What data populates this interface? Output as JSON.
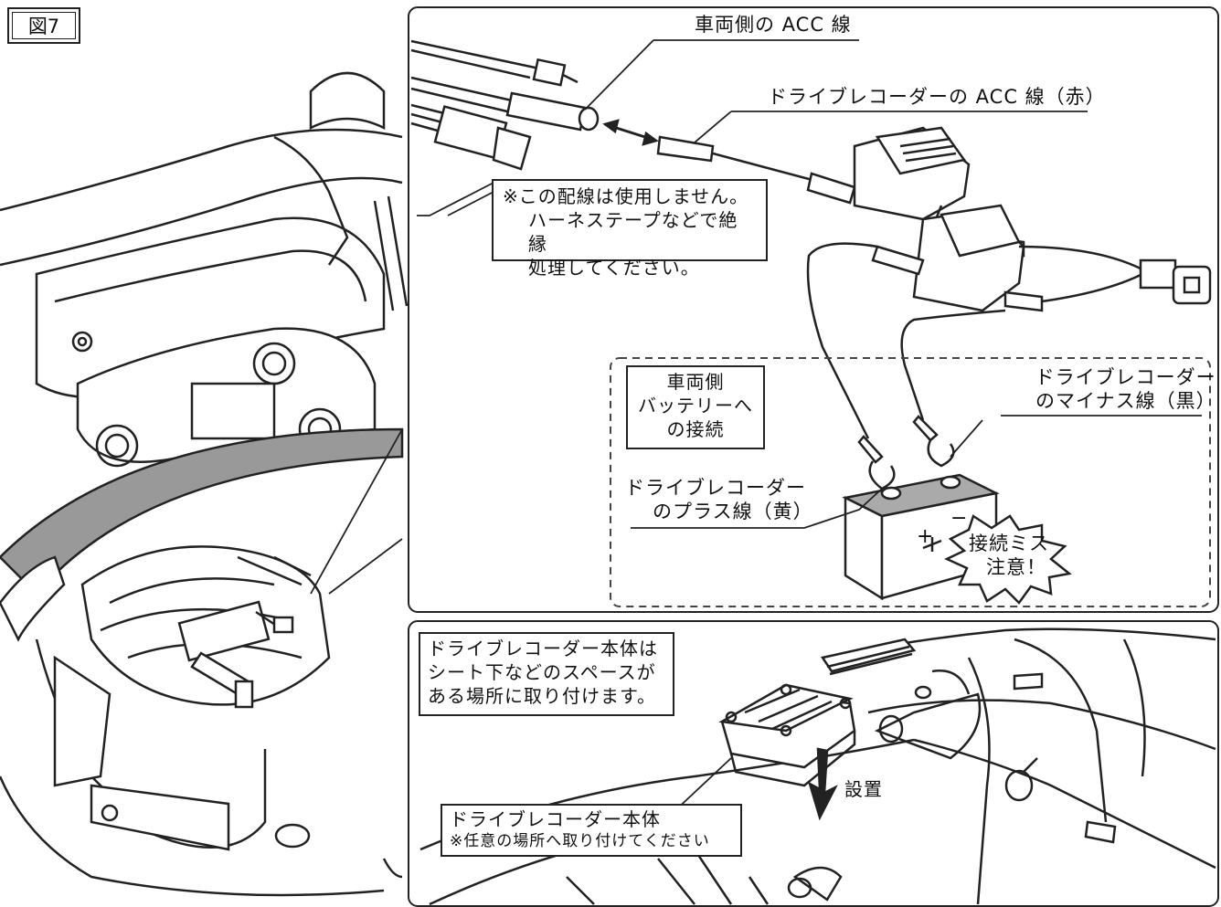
{
  "figure_label": "図7",
  "labels": {
    "vehicle_acc": "車両側の ACC 線",
    "recorder_acc": "ドライブレコーダーの ACC 線（赤）",
    "unused_note": [
      "※この配線は使用しません。",
      "ハーネステープなどで絶縁",
      "処理してください。"
    ],
    "battery_connection": [
      "車両側",
      "バッテリーへ",
      "の接続"
    ],
    "minus_wire": [
      "ドライブレコーダー",
      "のマイナス線（黒）"
    ],
    "plus_wire": [
      "ドライブレコーダー",
      "のプラス線（黄）"
    ],
    "warning": [
      "接続ミス",
      "注意！"
    ],
    "mount_note": [
      "ドライブレコーダー本体は",
      "シート下などのスペースが",
      "ある場所に取り付けます。"
    ],
    "install": "設置",
    "recorder_body": "ドライブレコーダー本体",
    "recorder_body_note": "※任意の場所へ取り付けてください",
    "plus_sign": "+",
    "minus_sign": "−"
  }
}
